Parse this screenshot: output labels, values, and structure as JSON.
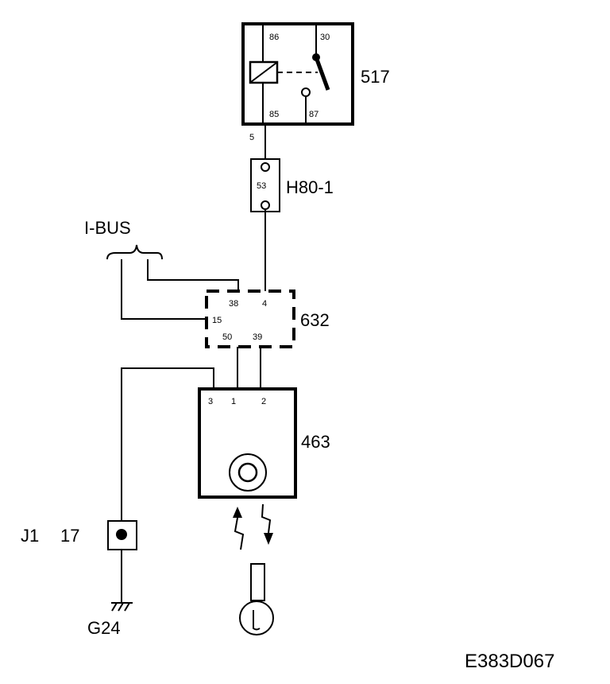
{
  "relay": {
    "id": "517",
    "pins": {
      "p86": "86",
      "p30": "30",
      "p85": "85",
      "p87": "87"
    },
    "wire_to_fuse": "5"
  },
  "fuse": {
    "id": "H80-1",
    "number": "53"
  },
  "module": {
    "id": "632",
    "pins": {
      "p38": "38",
      "p4": "4",
      "p15": "15",
      "p50": "50",
      "p39": "39"
    }
  },
  "bus": {
    "label": "I-BUS"
  },
  "unit": {
    "id": "463",
    "pins": {
      "p3": "3",
      "p1": "1",
      "p2": "2"
    }
  },
  "connector": {
    "id": "J1",
    "pin": "17"
  },
  "ground": {
    "id": "G24"
  },
  "drawing_code": "E383D067"
}
